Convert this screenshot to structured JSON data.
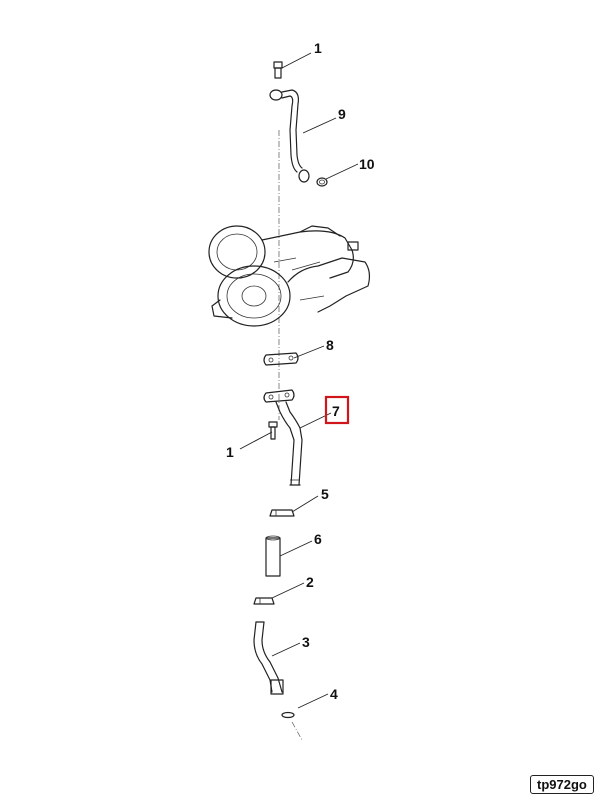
{
  "diagram": {
    "reference_code": "tp972go",
    "highlight_color": "#d0161b",
    "callouts": [
      {
        "id": "c1a",
        "label": "1"
      },
      {
        "id": "c9",
        "label": "9"
      },
      {
        "id": "c10",
        "label": "10"
      },
      {
        "id": "c8",
        "label": "8"
      },
      {
        "id": "c7",
        "label": "7",
        "highlighted": true
      },
      {
        "id": "c1b",
        "label": "1"
      },
      {
        "id": "c5",
        "label": "5"
      },
      {
        "id": "c6",
        "label": "6"
      },
      {
        "id": "c2",
        "label": "2"
      },
      {
        "id": "c3",
        "label": "3"
      },
      {
        "id": "c4",
        "label": "4"
      }
    ]
  }
}
